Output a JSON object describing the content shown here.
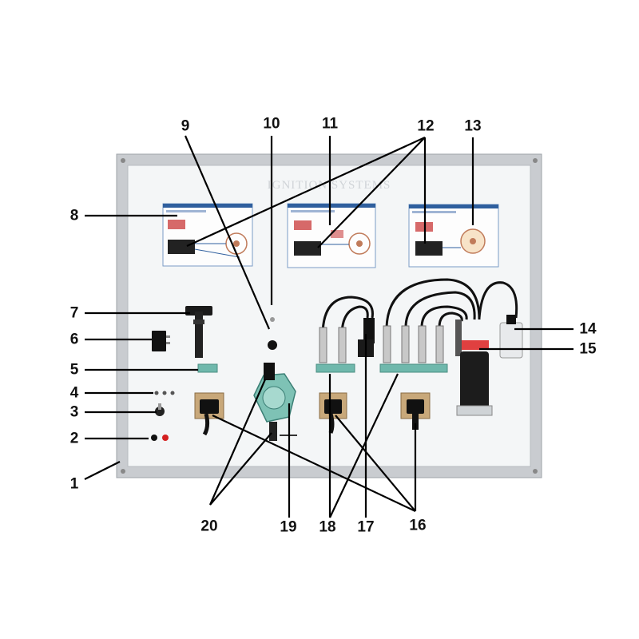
{
  "panel": {
    "title": "IGNITION SYSTEMS",
    "frame_color": "#c9ccd0",
    "board_color": "#f4f6f7",
    "accent_teal": "#6fb8ac",
    "diagram_blue": "#2f5f9e"
  },
  "callouts": [
    {
      "id": "1",
      "label": "1"
    },
    {
      "id": "2",
      "label": "2"
    },
    {
      "id": "3",
      "label": "3"
    },
    {
      "id": "4",
      "label": "4"
    },
    {
      "id": "5",
      "label": "5"
    },
    {
      "id": "6",
      "label": "6"
    },
    {
      "id": "7",
      "label": "7"
    },
    {
      "id": "8",
      "label": "8"
    },
    {
      "id": "9",
      "label": "9"
    },
    {
      "id": "10",
      "label": "10"
    },
    {
      "id": "11",
      "label": "11"
    },
    {
      "id": "12",
      "label": "12"
    },
    {
      "id": "13",
      "label": "13"
    },
    {
      "id": "14",
      "label": "14"
    },
    {
      "id": "15",
      "label": "15"
    },
    {
      "id": "16",
      "label": "16"
    },
    {
      "id": "17",
      "label": "17"
    },
    {
      "id": "18",
      "label": "18"
    },
    {
      "id": "19",
      "label": "19"
    },
    {
      "id": "20",
      "label": "20"
    }
  ]
}
